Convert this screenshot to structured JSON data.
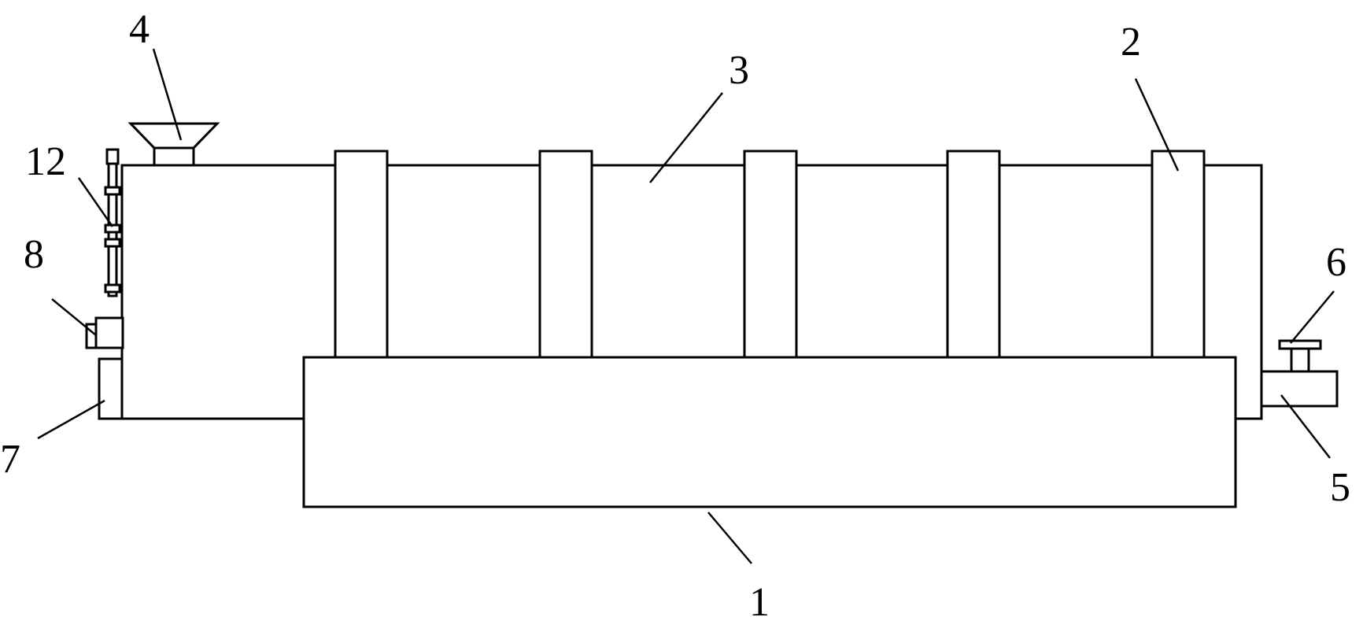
{
  "figure": {
    "labels": {
      "body_1": "1",
      "hoop_2": "2",
      "drum_3": "3",
      "hopper_4": "4",
      "outlet_5": "5",
      "valve_6": "6",
      "support_7": "7",
      "motor_8": "8",
      "rod_12": "12"
    },
    "ring_count": 5,
    "colors": {
      "stroke": "#000000",
      "background": "#ffffff"
    }
  }
}
